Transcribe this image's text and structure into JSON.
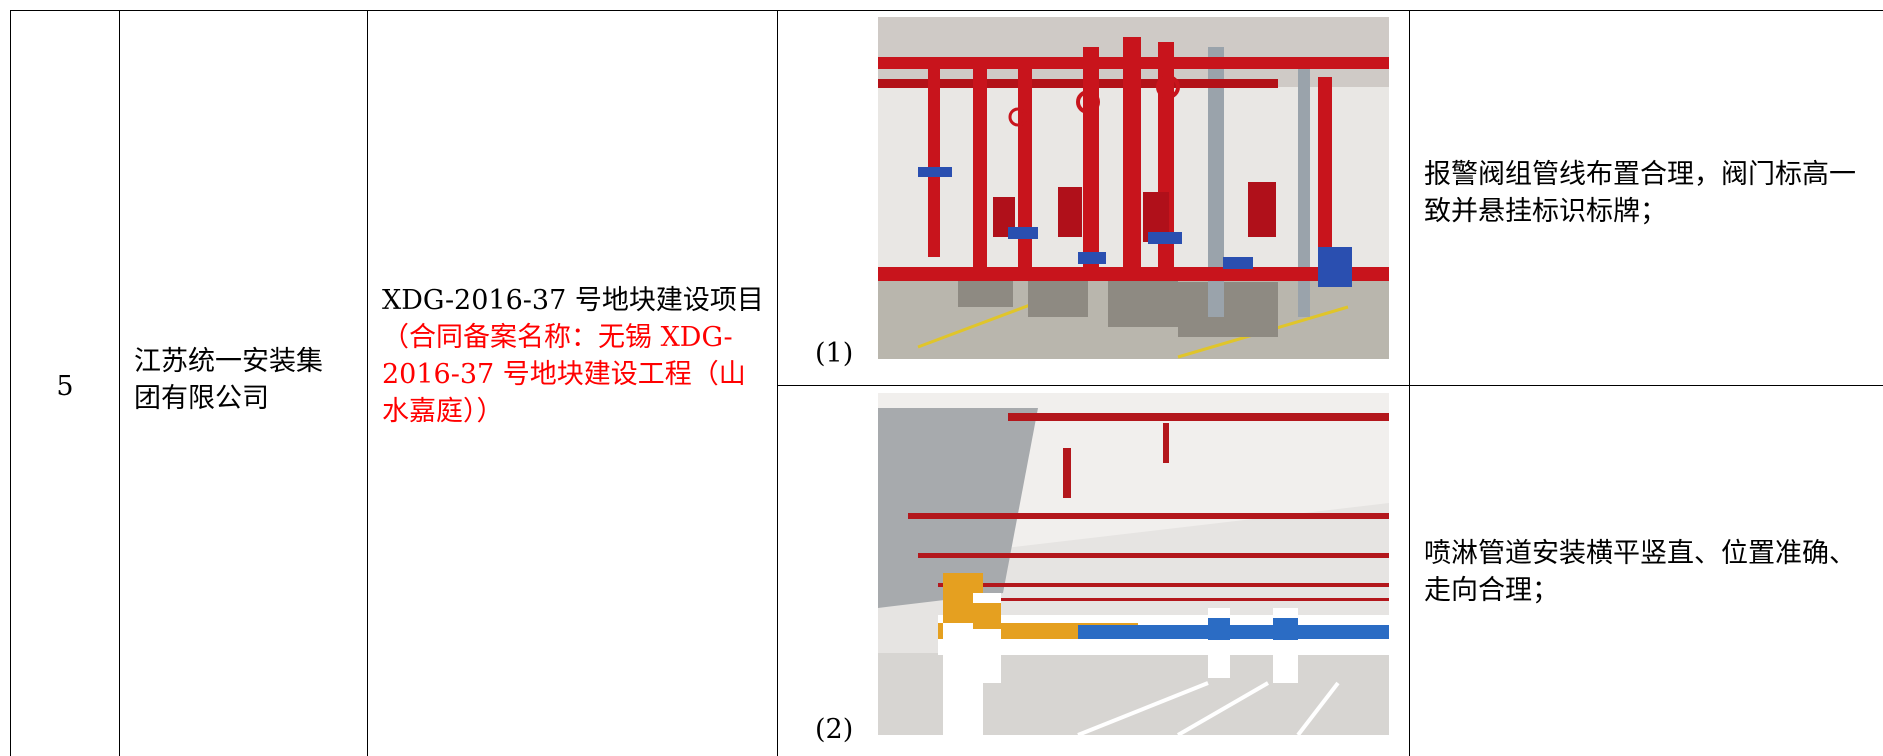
{
  "row": {
    "number": "5",
    "company": "江苏统一安装集团有限公司",
    "project_name": "XDG-2016-37 号地块建设项目",
    "project_contract_note": "（合同备案名称：无锡 XDG-2016-37 号地块建设工程（山水嘉庭））",
    "photos": [
      {
        "label": "(1)",
        "image_desc": "fire-pump-room-red-pipes-photo",
        "description": "报警阀组管线布置合理，阀门标高一致并悬挂标识标牌；"
      },
      {
        "label": "(2)",
        "image_desc": "parking-garage-sprinkler-pipes-photo",
        "description": "喷淋管道安装横平竖直、位置准确、走向合理；"
      }
    ]
  },
  "colors": {
    "border": "#000000",
    "note_text": "#ff0000",
    "pipe_red": "#c8141c"
  }
}
